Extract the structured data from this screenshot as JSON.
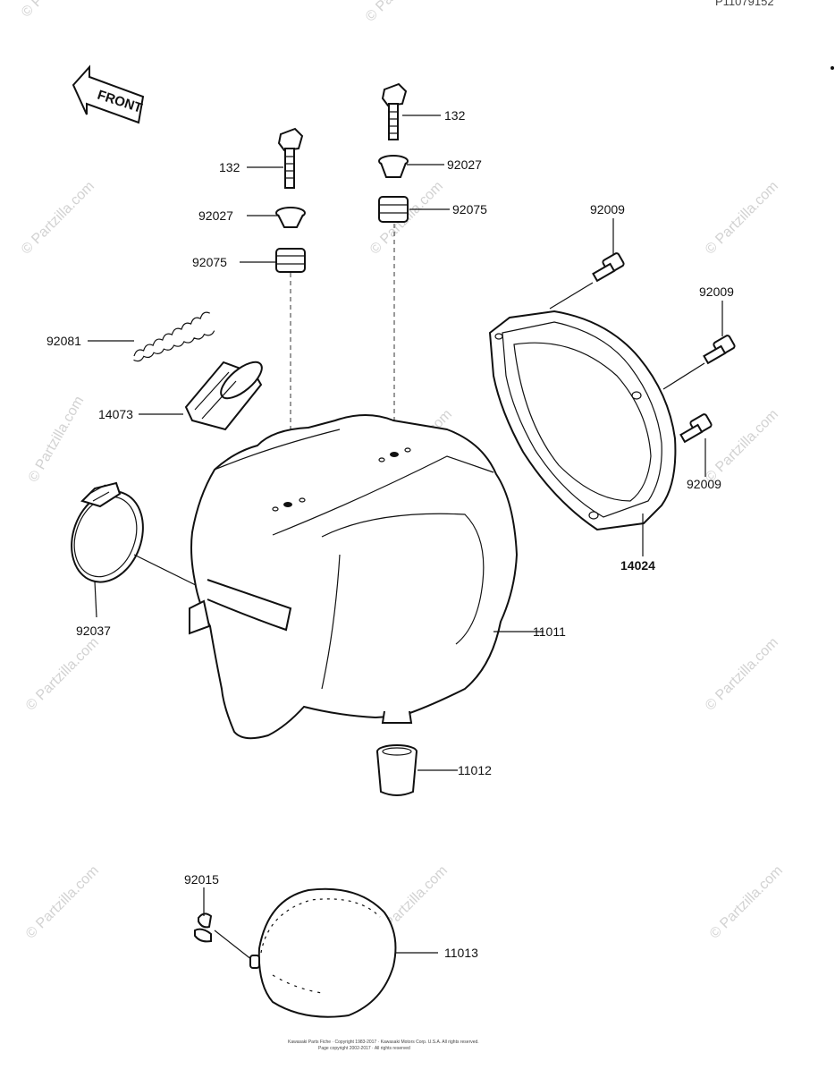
{
  "header": {
    "ref_code": "P11079152"
  },
  "front_arrow": {
    "label": "FRONT"
  },
  "watermark": {
    "text": "© Partzilla.com"
  },
  "parts": {
    "bolt_left": "132",
    "bolt_right": "132",
    "collar_left": "92027",
    "collar_right": "92027",
    "grommet_left": "92075",
    "grommet_right": "92075",
    "spring": "92081",
    "duct": "14073",
    "clamp": "92037",
    "bolt_top": "92009",
    "bolt_mid": "92009",
    "bolt_low": "92009",
    "cap": "14024",
    "housing": "11011",
    "drain_pipe": "11012",
    "wing_nut": "92015",
    "element": "11013"
  },
  "footer": {
    "line1": "Kawasaki Parts Fiche · Copyright 1983-2017 · Kawasaki Motors Corp. U.S.A. All rights reserved.",
    "line2": "Page copyright 2002-2017 · All rights reserved"
  }
}
